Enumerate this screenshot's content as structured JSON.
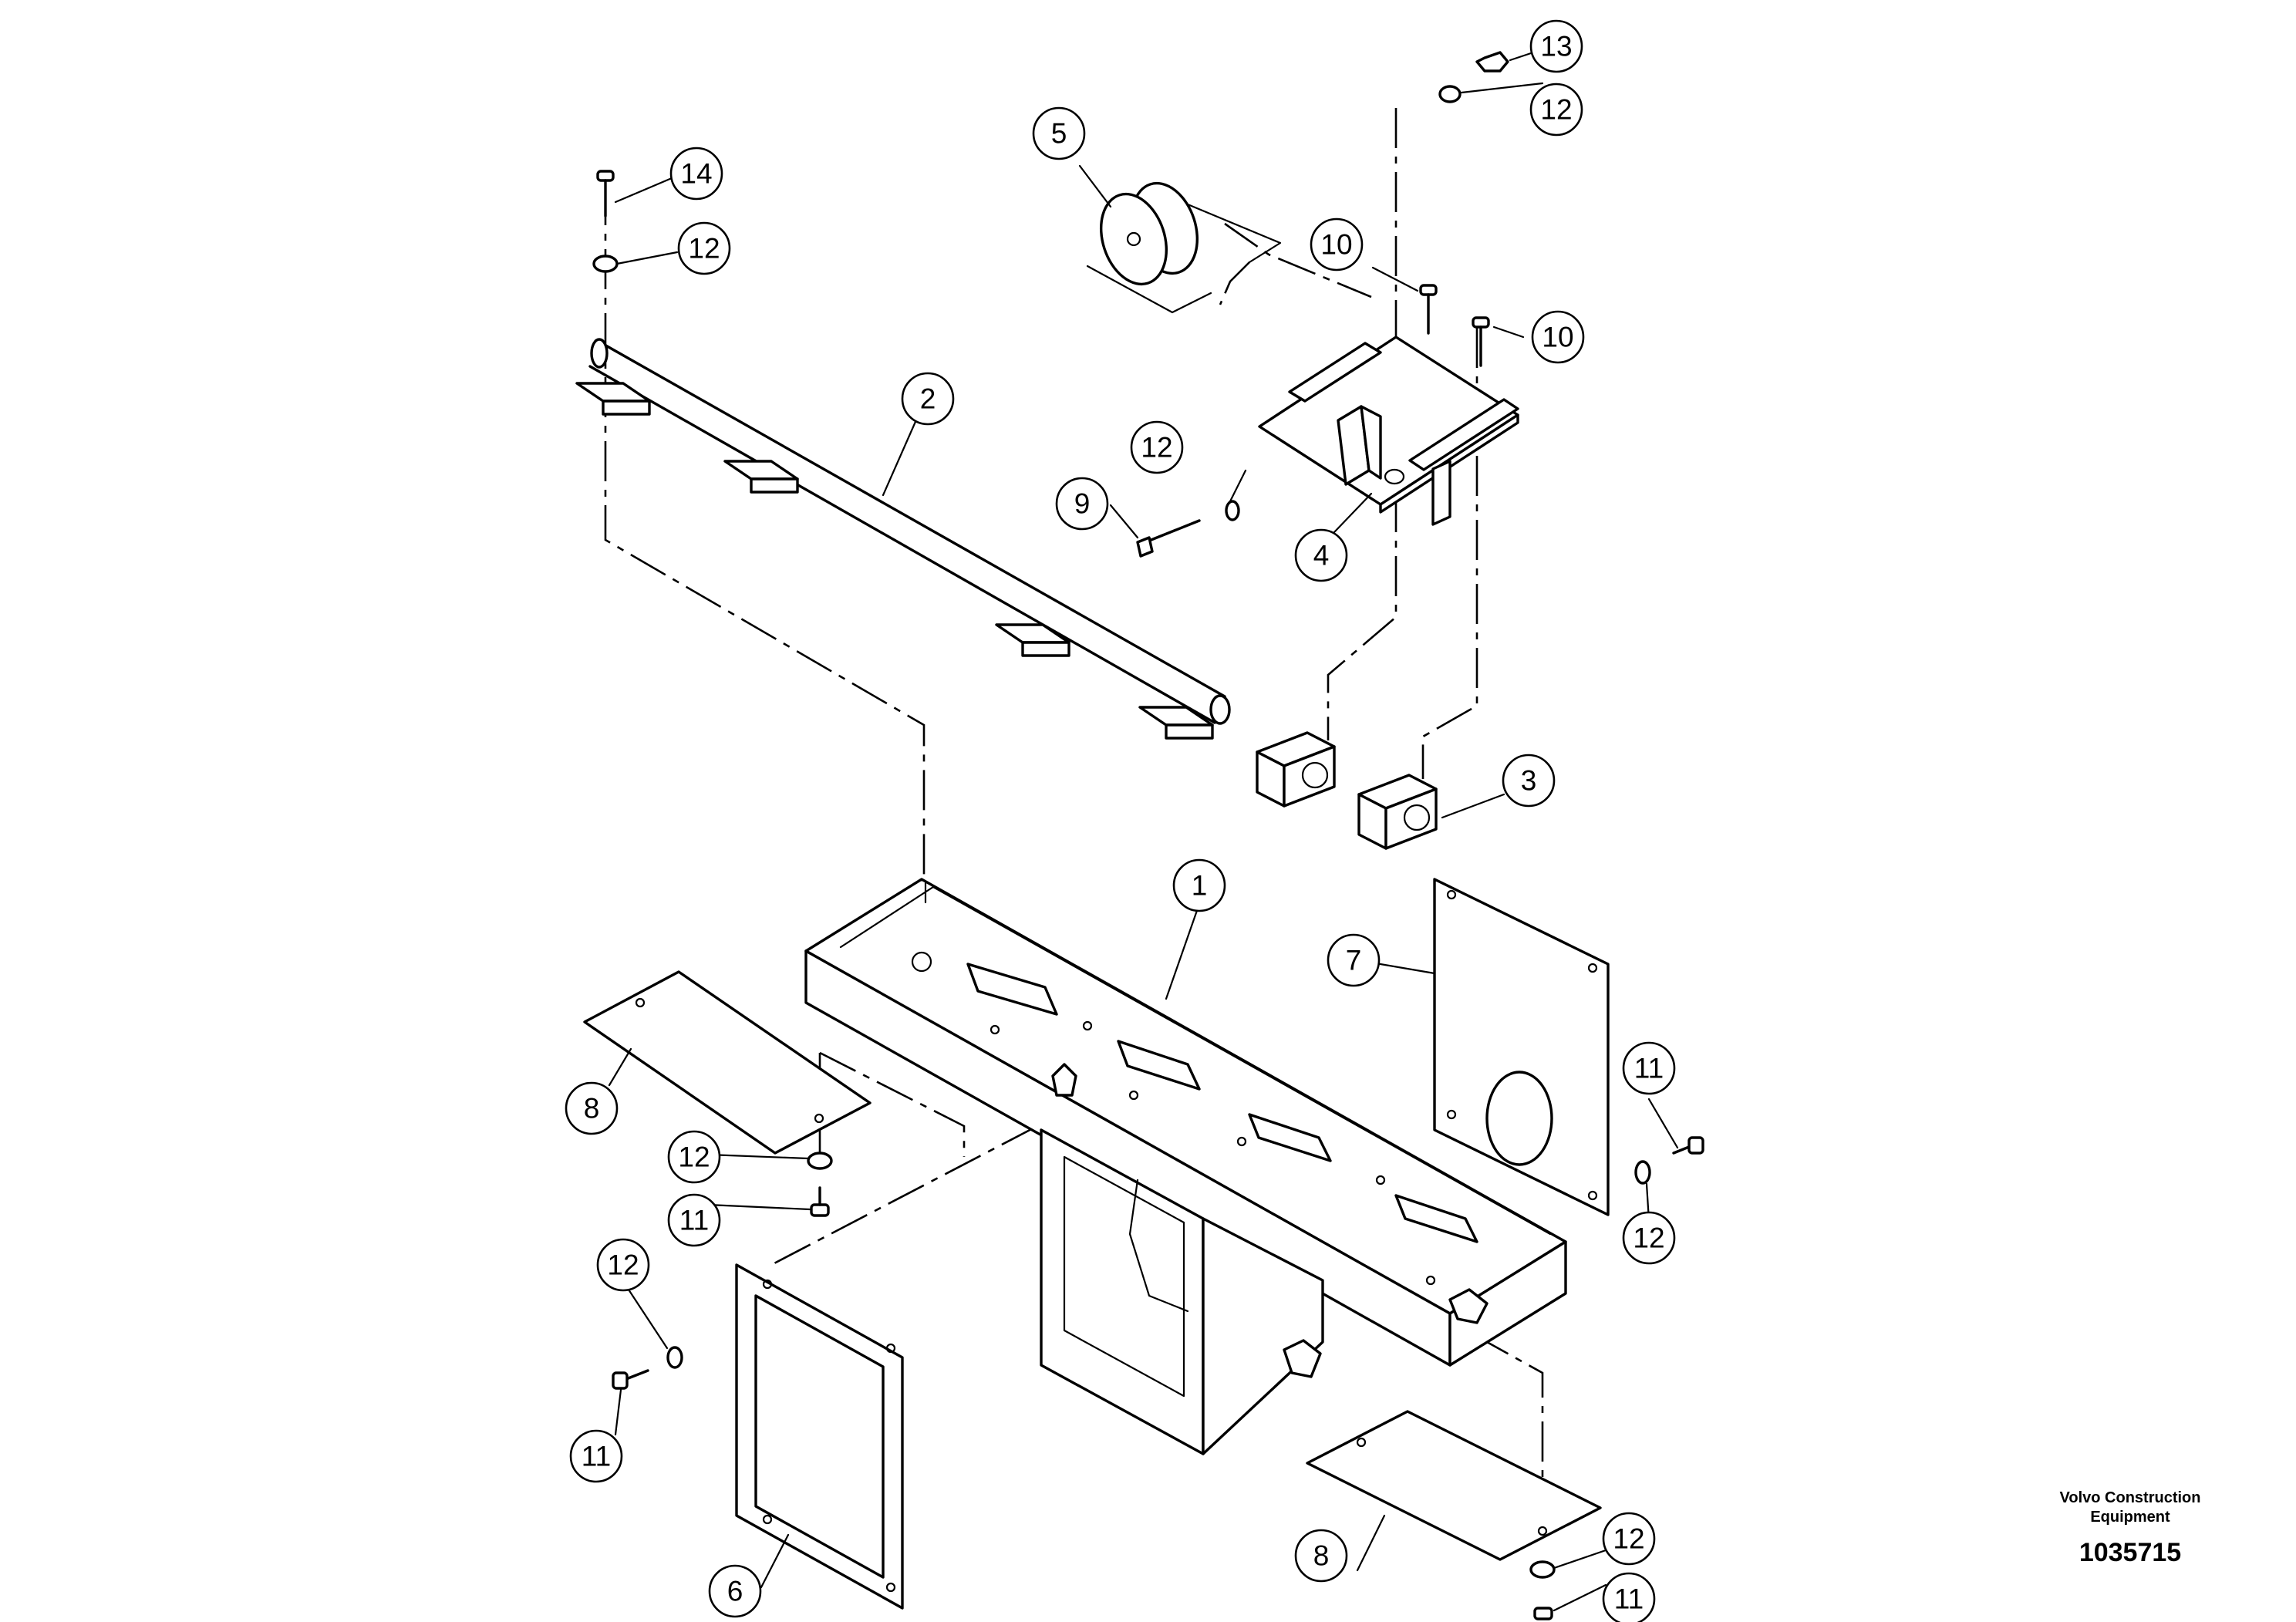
{
  "callouts": [
    {
      "id": "c1",
      "label": "1"
    },
    {
      "id": "c2",
      "label": "2"
    },
    {
      "id": "c3",
      "label": "3"
    },
    {
      "id": "c4",
      "label": "4"
    },
    {
      "id": "c5",
      "label": "5"
    },
    {
      "id": "c6",
      "label": "6"
    },
    {
      "id": "c7",
      "label": "7"
    },
    {
      "id": "c8a",
      "label": "8"
    },
    {
      "id": "c8b",
      "label": "8"
    },
    {
      "id": "c9",
      "label": "9"
    },
    {
      "id": "c10a",
      "label": "10"
    },
    {
      "id": "c10b",
      "label": "10"
    },
    {
      "id": "c11a",
      "label": "11"
    },
    {
      "id": "c11b",
      "label": "11"
    },
    {
      "id": "c11c",
      "label": "11"
    },
    {
      "id": "c11d",
      "label": "11"
    },
    {
      "id": "c12a",
      "label": "12"
    },
    {
      "id": "c12b",
      "label": "12"
    },
    {
      "id": "c12c",
      "label": "12"
    },
    {
      "id": "c12d",
      "label": "12"
    },
    {
      "id": "c12e",
      "label": "12"
    },
    {
      "id": "c12f",
      "label": "12"
    },
    {
      "id": "c12g",
      "label": "12"
    },
    {
      "id": "c13",
      "label": "13"
    },
    {
      "id": "c14",
      "label": "14"
    }
  ],
  "brand": {
    "line1": "Volvo Construction",
    "line2": "Equipment",
    "number": "1035715"
  }
}
